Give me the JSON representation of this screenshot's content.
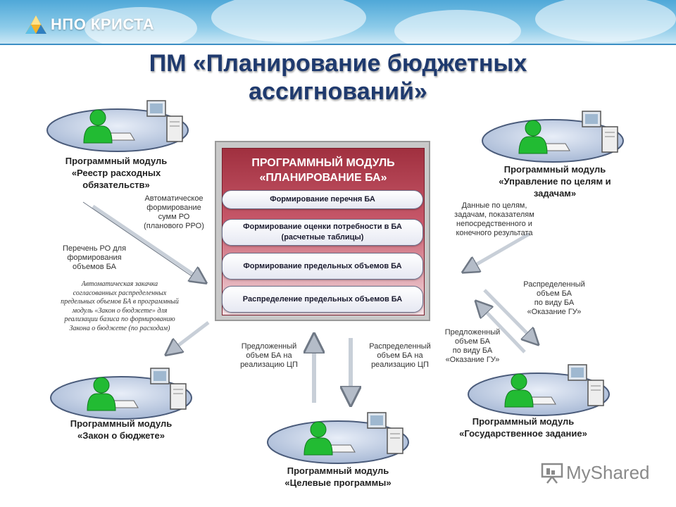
{
  "brand": {
    "name": "НПО КРИСТА"
  },
  "title": {
    "line1": "ПМ «Планирование бюджетных",
    "line2": "ассигнований»"
  },
  "center": {
    "title_line1": "ПРОГРАММНЫЙ МОДУЛЬ",
    "title_line2": "«ПЛАНИРОВАНИЕ БА»",
    "items": [
      {
        "line1": "Формирование перечня БА",
        "line2": ""
      },
      {
        "line1": "Формирование оценки потребности в БА",
        "line2": "(расчетные таблицы)"
      },
      {
        "line1": "Формирование предельных объемов БА",
        "line2": ""
      },
      {
        "line1": "Распределение предельных объемов БА",
        "line2": ""
      }
    ]
  },
  "modules": {
    "registry": {
      "line1": "Программный модуль",
      "line2": "«Реестр расходных",
      "line3": "обязательств»"
    },
    "goals": {
      "line1": "Программный модуль",
      "line2": "«Управление по целям и",
      "line3": "задачам»"
    },
    "budget_law": {
      "line1": "Программный модуль",
      "line2": "«Закон о бюджете»"
    },
    "target_programs": {
      "line1": "Программный модуль",
      "line2": "«Целевые программы»"
    },
    "state_task": {
      "line1": "Программный модуль",
      "line2": "«Государственное задание»"
    }
  },
  "notes": {
    "auto_ro": [
      "Автоматическое",
      "формирование",
      "сумм РО",
      "(планового РРО)"
    ],
    "ro_list": [
      "Перечень РО  для",
      "формирования",
      "объемов БА"
    ],
    "auto_load": [
      "Автоматическая закачка",
      "согласованных распределенных",
      "предельных объемов БА в программный",
      "модуль «Закон о бюджете» для",
      "реализации базиса по формированию",
      "Закона о бюджете (по расходам)"
    ],
    "goals_data": [
      "Данные по целям,",
      "задачам, показателям",
      "непосредственного и",
      "конечного результата"
    ],
    "distributed_gu": [
      "Распределенный",
      "объем БА",
      "по виду БА",
      "«Оказание ГУ»"
    ],
    "proposed_gu": [
      "Предложенный",
      "объем БА",
      "по виду БА",
      "«Оказание ГУ»"
    ],
    "proposed_cp": [
      "Предложенный",
      "объем БА на",
      "реализацию ЦП"
    ],
    "distributed_cp": [
      "Распределенный",
      "объем БА на",
      "реализацию ЦП"
    ]
  },
  "watermark": {
    "text": "MyShared"
  },
  "colors": {
    "title": "#1f3a6e",
    "center_box": "#a0303f",
    "person": "#22bb33",
    "disk": "#b8c8e0",
    "arrow": "#c8cfd8"
  }
}
